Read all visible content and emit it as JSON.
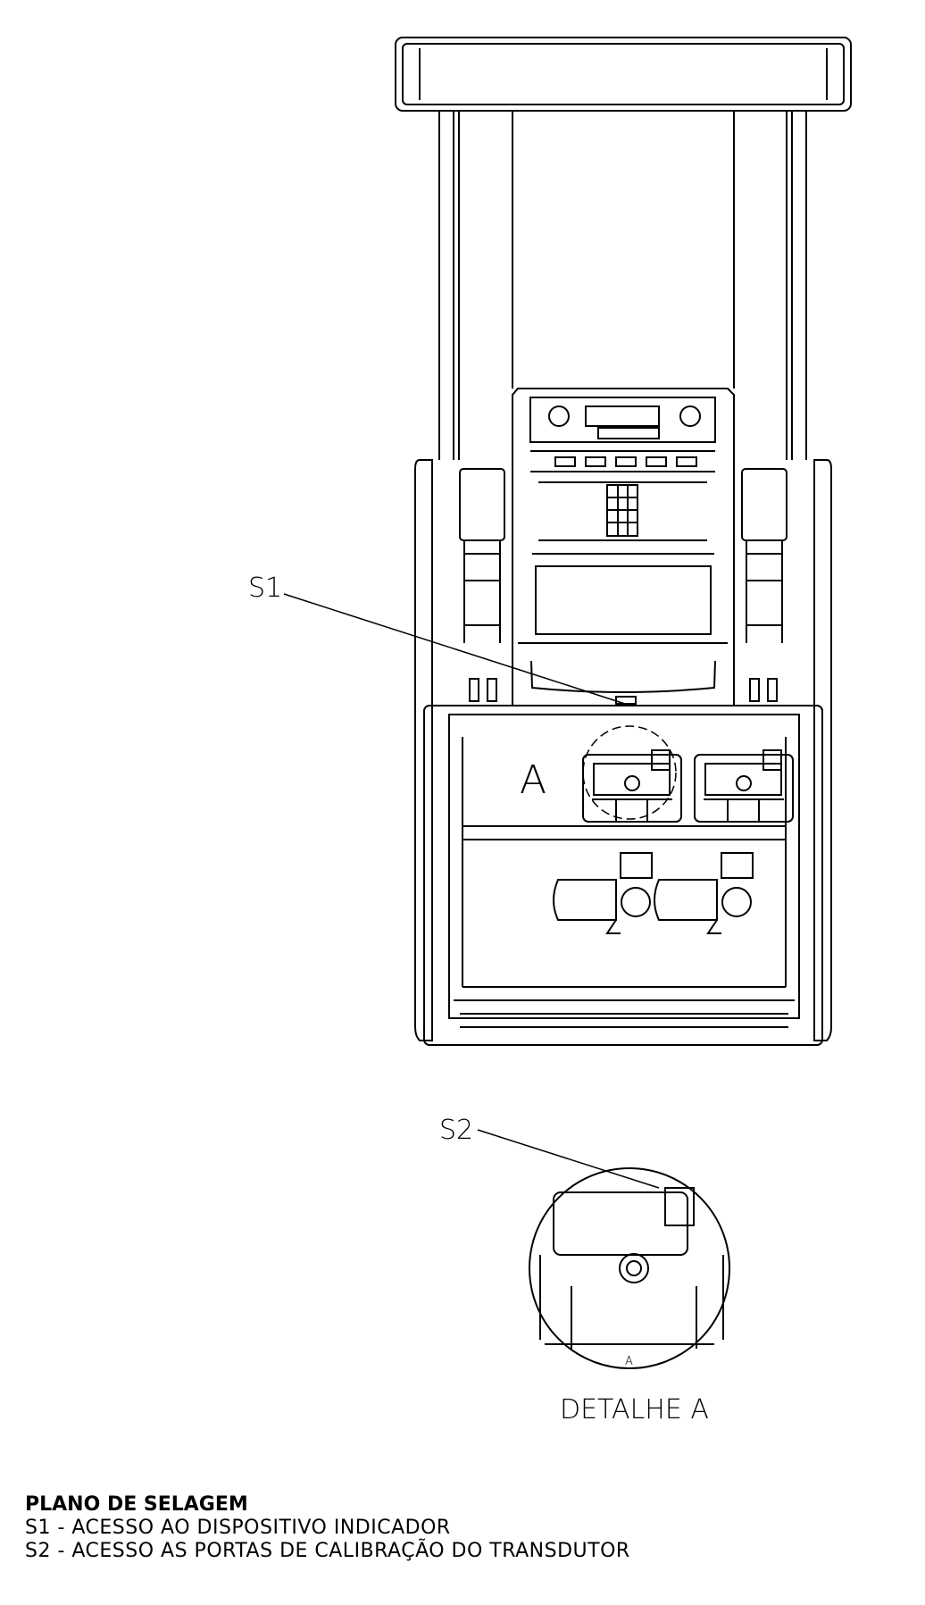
{
  "callouts": {
    "s1": "S1",
    "s2": "S2",
    "detail_marker": "A",
    "detail_label": "DETALHE A",
    "detail_inner_marker": "A"
  },
  "legend": {
    "title": "PLANO DE SELAGEM",
    "items": [
      "S1 - ACESSO AO DISPOSITIVO INDICADOR",
      "S2 - ACESSO AS PORTAS DE CALIBRAÇÃO DO TRANSDUTOR"
    ]
  },
  "colors": {
    "line": "#000000",
    "background": "#ffffff"
  }
}
